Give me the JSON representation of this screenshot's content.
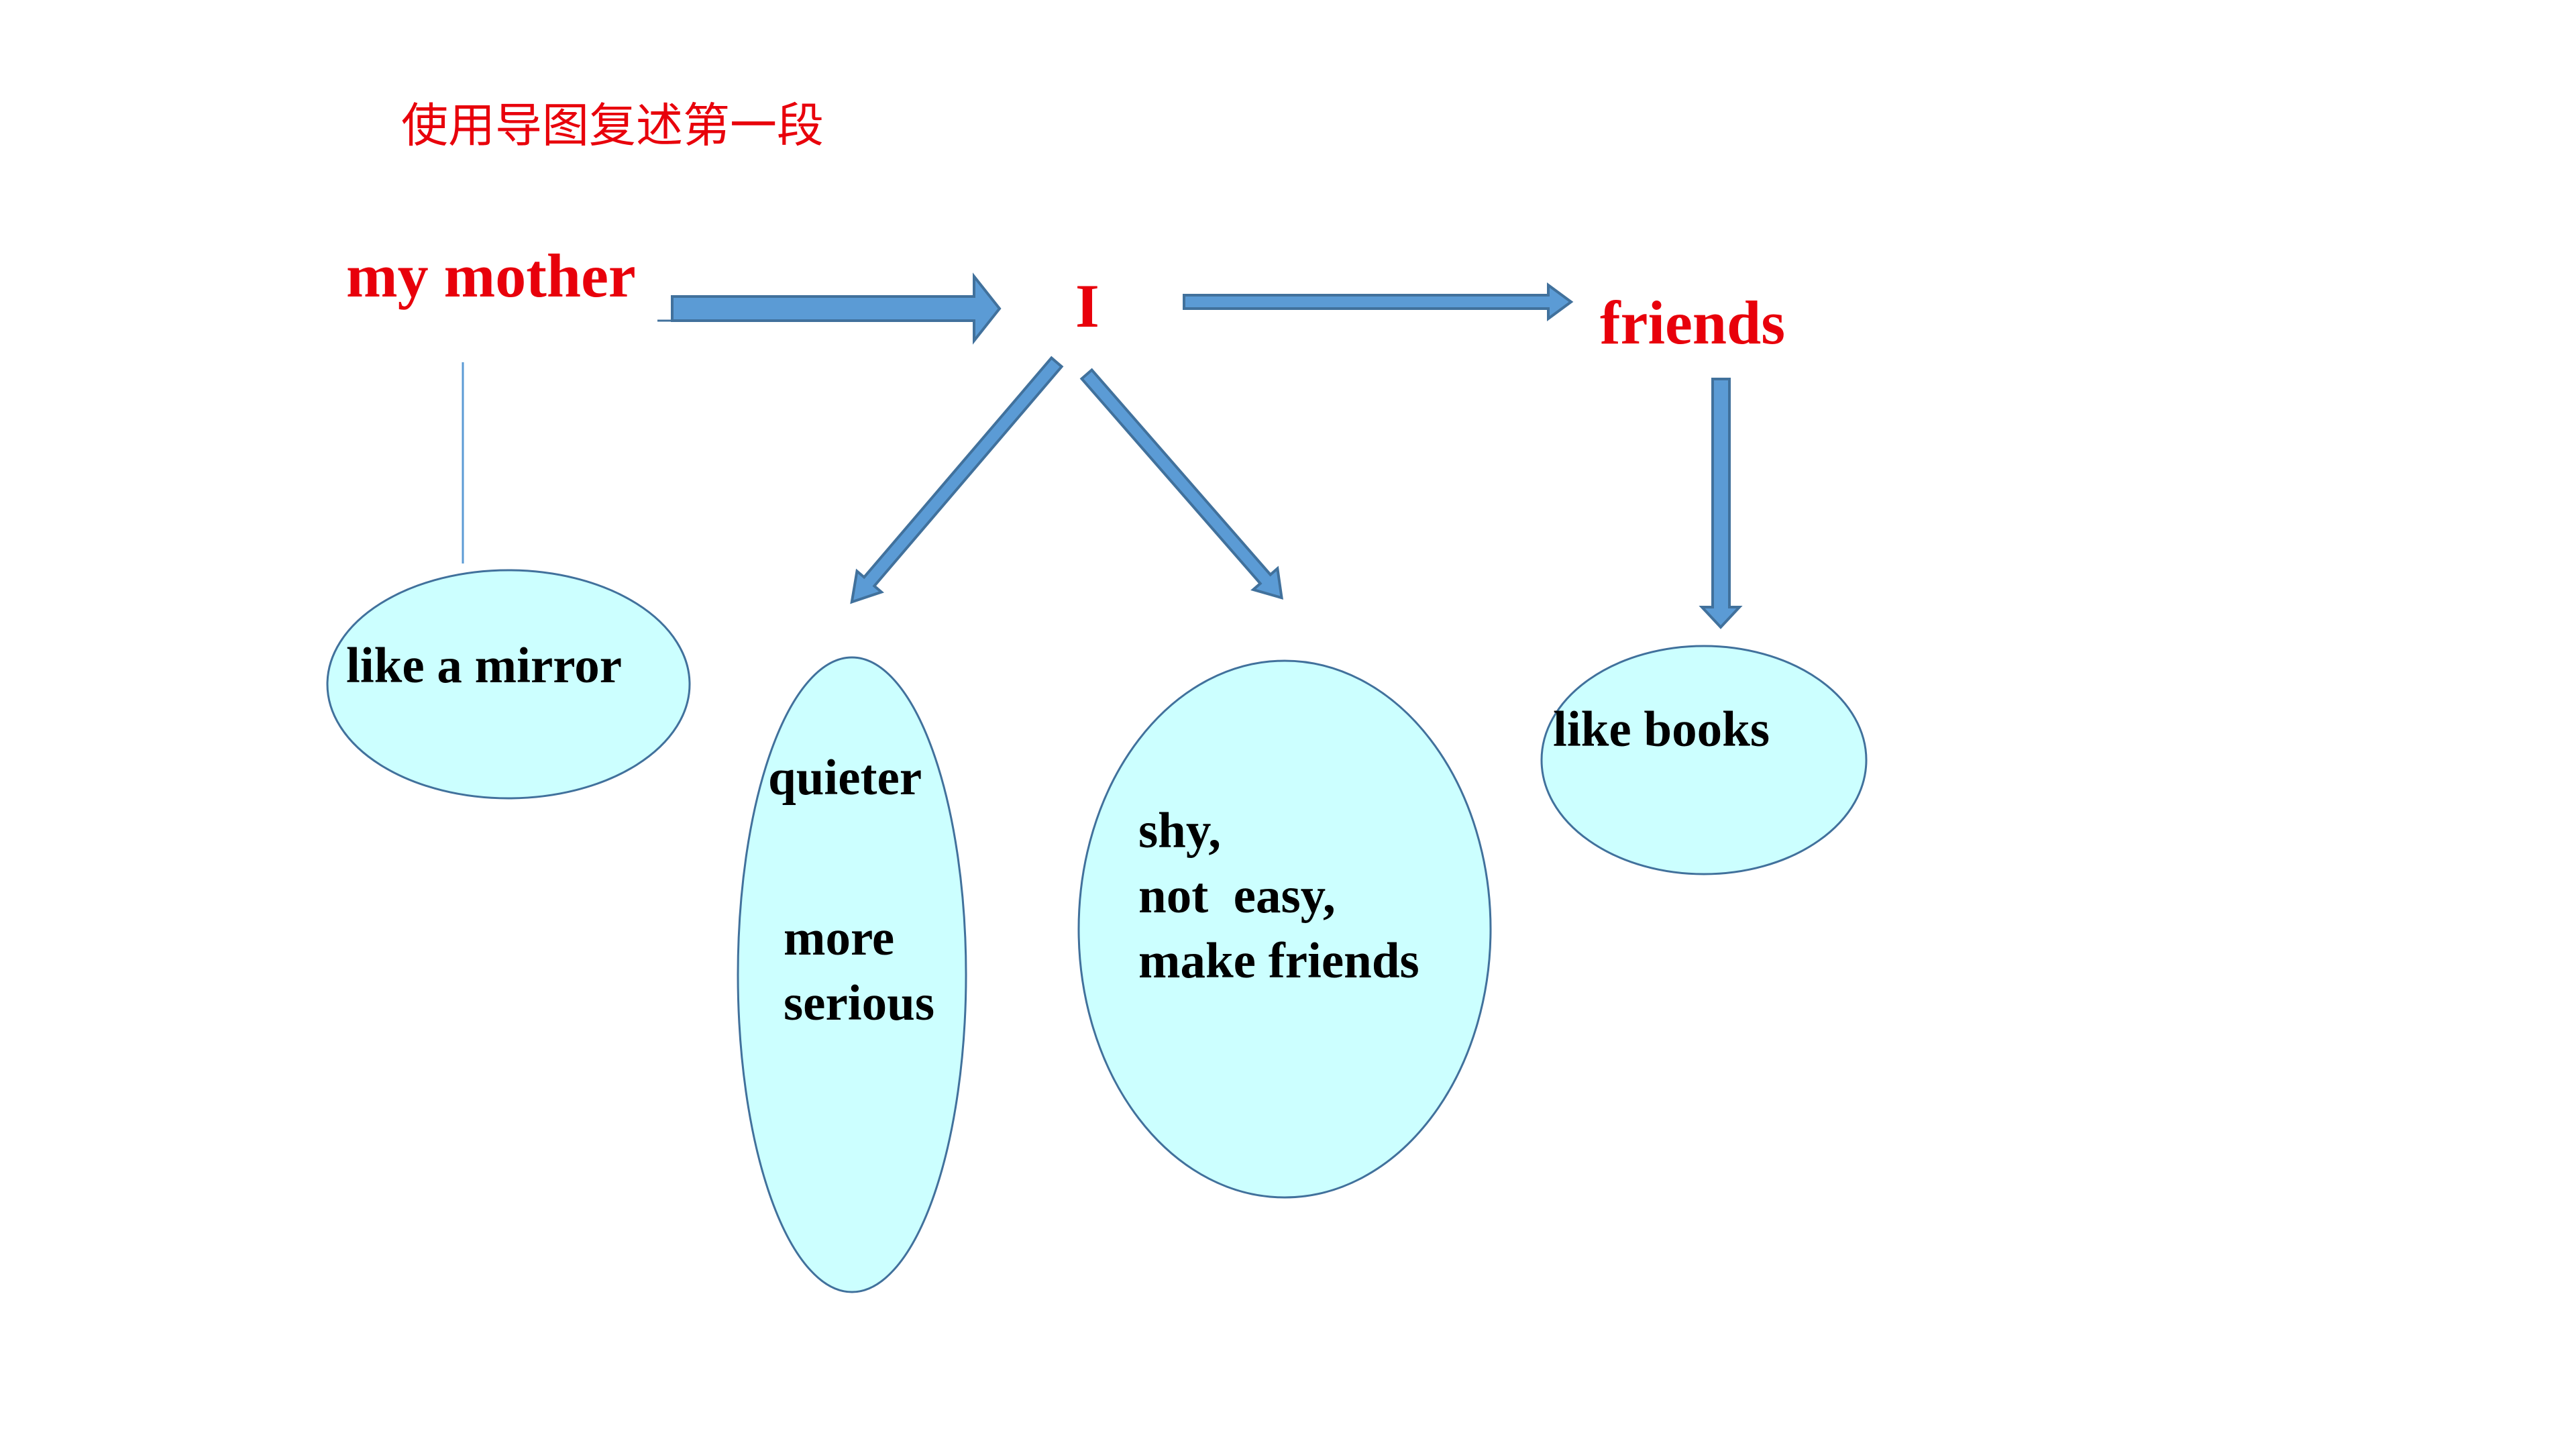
{
  "title": "使用导图复述第一段",
  "nodes": {
    "mother": "my mother",
    "self": "I",
    "friends": "friends"
  },
  "bubbles": {
    "mirror": "like a mirror",
    "quieter": "quieter",
    "more_serious": "more\nserious",
    "shy": "shy,\nnot  easy,\nmake friends",
    "books": "like books"
  },
  "colors": {
    "heading_text": "#e8000b",
    "arrow_fill": "#5b9bd5",
    "arrow_stroke": "#41719c",
    "bubble_fill": "#ccffff",
    "bubble_stroke": "#41719c",
    "connector_line": "#5b9bd5"
  }
}
